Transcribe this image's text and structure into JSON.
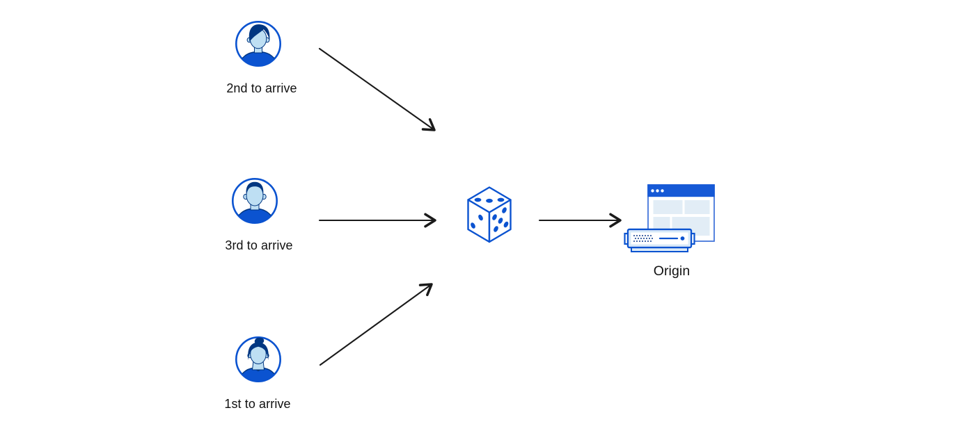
{
  "diagram": {
    "actors": [
      {
        "id": "visitor-2nd",
        "label": "2nd to arrive",
        "icon": "user-avatar-male-swept-hair-icon"
      },
      {
        "id": "visitor-3rd",
        "label": "3rd to arrive",
        "icon": "user-avatar-male-short-hair-icon"
      },
      {
        "id": "visitor-1st",
        "label": "1st to arrive",
        "icon": "user-avatar-female-bun-icon"
      }
    ],
    "randomizer": {
      "icon": "dice-icon"
    },
    "origin": {
      "label": "Origin",
      "icons": [
        "browser-window-icon",
        "server-icon"
      ]
    },
    "connections": [
      {
        "from": "visitor-2nd",
        "to": "randomizer"
      },
      {
        "from": "visitor-3rd",
        "to": "randomizer"
      },
      {
        "from": "visitor-1st",
        "to": "randomizer"
      },
      {
        "from": "randomizer",
        "to": "origin"
      }
    ],
    "colors": {
      "accent_blue": "#0b53d0",
      "dark_navy": "#003681",
      "skin_light_blue": "#bedff3",
      "browser_header_blue": "#1659d6",
      "panel_light_blue": "#e2edf6",
      "server_base_light_blue": "#dcebf8",
      "arrow_black": "#1a1a1a",
      "text_black": "#111111",
      "background": "#ffffff"
    }
  }
}
